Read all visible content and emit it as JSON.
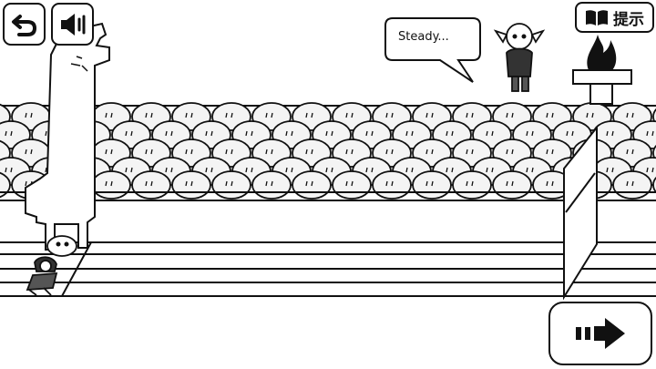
{
  "controls": {
    "back_icon": "back-arrow-icon",
    "sound_icon": "speaker-icon",
    "hint_icon": "book-icon",
    "hint_label": "提示",
    "next_icon": "right-arrow-icon"
  },
  "dialog": {
    "speaker": "referee",
    "text": "Steady..."
  },
  "colors": {
    "ink": "#111111",
    "background": "#ffffff",
    "crowd_fill": "#f4f4f4"
  }
}
